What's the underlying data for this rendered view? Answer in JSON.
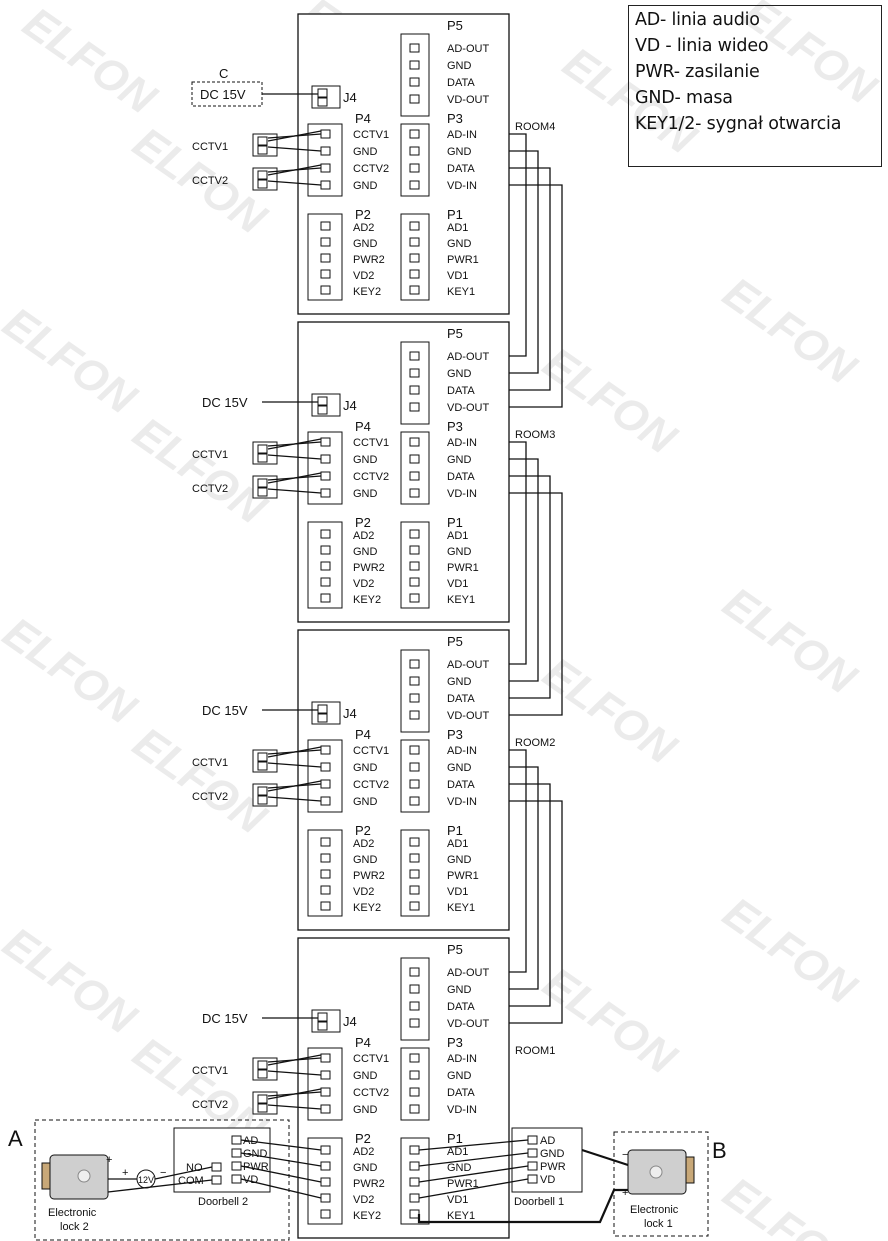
{
  "legend": [
    "AD- linia audio",
    "VD - linia wideo",
    "PWR- zasilanie",
    "GND- masa",
    "KEY1/2- sygnał otwarcia"
  ],
  "watermark": "ELFON",
  "labels": {
    "c": "C",
    "dc15v": "DC 15V",
    "j4": "J4",
    "p1": "P1",
    "p2": "P2",
    "p3": "P3",
    "p4": "P4",
    "p5": "P5",
    "cctv1": "CCTV1",
    "cctv2": "CCTV2",
    "room1": "ROOM1",
    "room2": "ROOM2",
    "room3": "ROOM3",
    "room4": "ROOM4",
    "a": "A",
    "b": "B",
    "doorbell1": "Doorbell 1",
    "doorbell2": "Doorbell 2",
    "electronic": "Electronic",
    "lock1": "lock 1",
    "lock2": "lock 2",
    "v12": "12V",
    "plus": "+",
    "minus": "−",
    "no": "NO",
    "com": "COM"
  },
  "pins": {
    "p5": [
      "AD-OUT",
      "GND",
      "DATA",
      "VD-OUT"
    ],
    "p3": [
      "AD-IN",
      "GND",
      "DATA",
      "VD-IN"
    ],
    "p4": [
      "CCTV1",
      "GND",
      "CCTV2",
      "GND"
    ],
    "p2": [
      "AD2",
      "GND",
      "PWR2",
      "VD2",
      "KEY2"
    ],
    "p1": [
      "AD1",
      "GND",
      "PWR1",
      "VD1",
      "KEY1"
    ],
    "doorbell": [
      "AD",
      "GND",
      "PWR",
      "VD"
    ]
  },
  "rooms": [
    "ROOM4",
    "ROOM3",
    "ROOM2",
    "ROOM1"
  ]
}
